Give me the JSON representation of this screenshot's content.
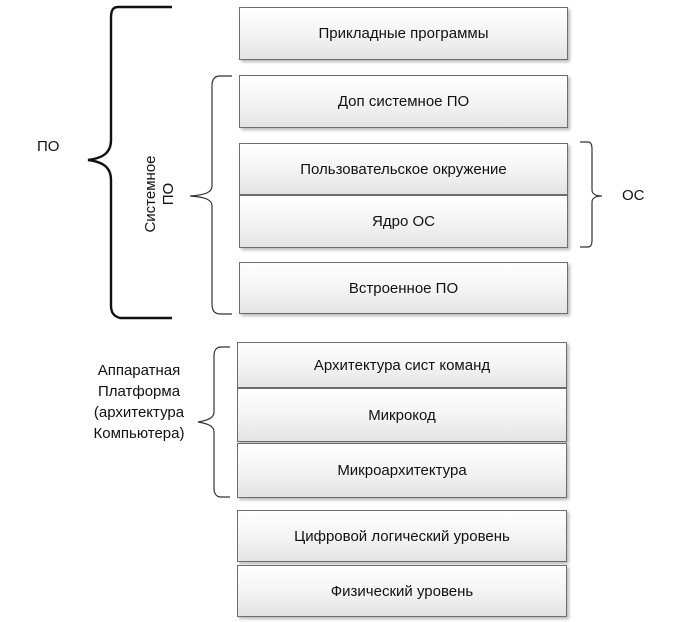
{
  "layers": [
    {
      "id": "app",
      "label": "Прикладные программы"
    },
    {
      "id": "dop",
      "label": "Доп системное ПО"
    },
    {
      "id": "env",
      "label": "Пользовательское окружение"
    },
    {
      "id": "kernel",
      "label": "Ядро ОС"
    },
    {
      "id": "embedded",
      "label": "Встроенное ПО"
    },
    {
      "id": "isa",
      "label": "Архитектура сист команд"
    },
    {
      "id": "micro",
      "label": "Микрокод"
    },
    {
      "id": "microarch",
      "label": "Микроархитектура"
    },
    {
      "id": "digital",
      "label": "Цифровой логический уровень"
    },
    {
      "id": "physical",
      "label": "Физический уровень"
    }
  ],
  "groups": {
    "po": "ПО",
    "system_po_line1": "Системное",
    "system_po_line2": "ПО",
    "os": "ОС",
    "hardware_line1": "Аппаратная",
    "hardware_line2": "Платформа",
    "hardware_line3": "(архитектура",
    "hardware_line4": "Компьютера)"
  }
}
